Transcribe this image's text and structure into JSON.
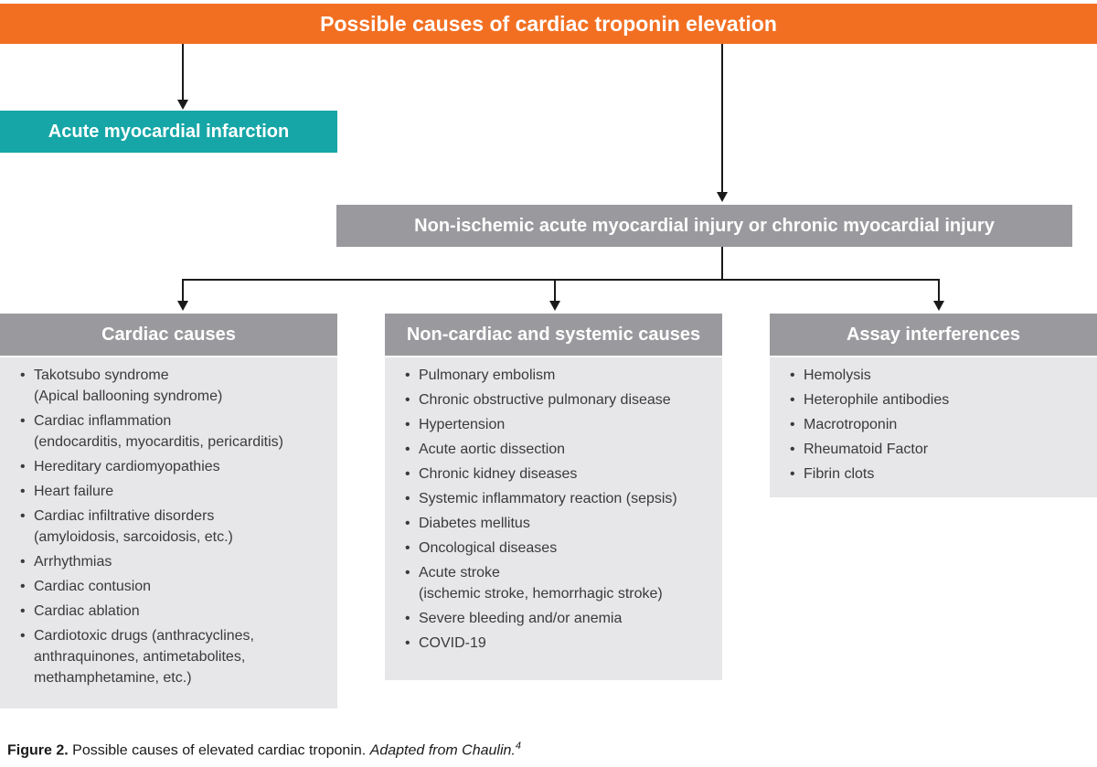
{
  "banner": {
    "title": "Possible causes of cardiac troponin elevation"
  },
  "nodes": {
    "acute_mi": {
      "label": "Acute myocardial infarction"
    },
    "non_ischemic": {
      "label": "Non-ischemic acute myocardial injury or chronic myocardial injury"
    }
  },
  "columns": [
    {
      "header": "Cardiac causes",
      "items": [
        [
          "Takotsubo syndrome",
          "(Apical ballooning syndrome)"
        ],
        [
          "Cardiac inflammation",
          "(endocarditis, myocarditis, pericarditis)"
        ],
        [
          "Hereditary cardiomyopathies"
        ],
        [
          "Heart failure"
        ],
        [
          "Cardiac infiltrative disorders",
          "(amyloidosis, sarcoidosis, etc.)"
        ],
        [
          "Arrhythmias"
        ],
        [
          "Cardiac contusion"
        ],
        [
          "Cardiac ablation"
        ],
        [
          "Cardiotoxic drugs (anthracyclines,",
          "anthraquinones, antimetabolites,",
          "methamphetamine, etc.)"
        ]
      ]
    },
    {
      "header": "Non-cardiac and systemic causes",
      "items": [
        [
          "Pulmonary embolism"
        ],
        [
          "Chronic obstructive pulmonary disease"
        ],
        [
          "Hypertension"
        ],
        [
          "Acute aortic dissection"
        ],
        [
          "Chronic kidney diseases"
        ],
        [
          "Systemic inflammatory reaction (sepsis)"
        ],
        [
          "Diabetes mellitus"
        ],
        [
          "Oncological diseases"
        ],
        [
          "Acute stroke",
          "(ischemic stroke, hemorrhagic stroke)"
        ],
        [
          "Severe bleeding and/or anemia"
        ],
        [
          "COVID-19"
        ]
      ]
    },
    {
      "header": "Assay interferences",
      "items": [
        [
          "Hemolysis"
        ],
        [
          "Heterophile antibodies"
        ],
        [
          "Macrotroponin"
        ],
        [
          "Rheumatoid Factor"
        ],
        [
          "Fibrin clots"
        ]
      ]
    }
  ],
  "caption": {
    "label": "Figure 2.",
    "text": "Possible causes of elevated cardiac troponin.",
    "source": "Adapted from Chaulin.",
    "ref": "4"
  },
  "colors": {
    "banner-orange": "#F26F22",
    "teal": "#16A6A7",
    "header-gray": "#9A9A9E",
    "panel-gray": "#E7E7E9",
    "text-dark": "#3A3A3C",
    "line-black": "#1A1A1A"
  }
}
